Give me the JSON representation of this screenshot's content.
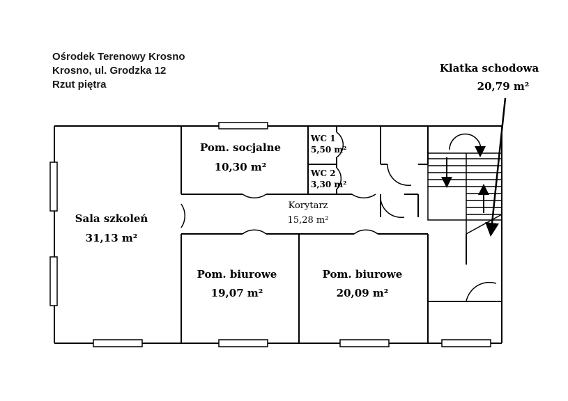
{
  "header": {
    "line1": "Ośrodek Terenowy Krosno",
    "line2": "Krosno, ul. Grodzka 12",
    "line3": "Rzut piętra"
  },
  "rooms": {
    "sala": {
      "name": "Sala szkoleń",
      "area": "31,13 m²"
    },
    "socjalne": {
      "name": "Pom. socjalne",
      "area": "10,30 m²"
    },
    "wc1": {
      "name": "WC 1",
      "area": "5,50 m²"
    },
    "wc2": {
      "name": "WC 2",
      "area": "3,30 m²"
    },
    "korytarz": {
      "name": "Korytarz",
      "area": "15,28 m²"
    },
    "biuro1": {
      "name": "Pom. biurowe",
      "area": "19,07 m²"
    },
    "biuro2": {
      "name": "Pom. biurowe",
      "area": "20,09 m²"
    },
    "klatka": {
      "name": "Klatka schodowa",
      "area": "20,79 m²"
    }
  },
  "colors": {
    "wall": "#000000",
    "background": "#ffffff"
  }
}
